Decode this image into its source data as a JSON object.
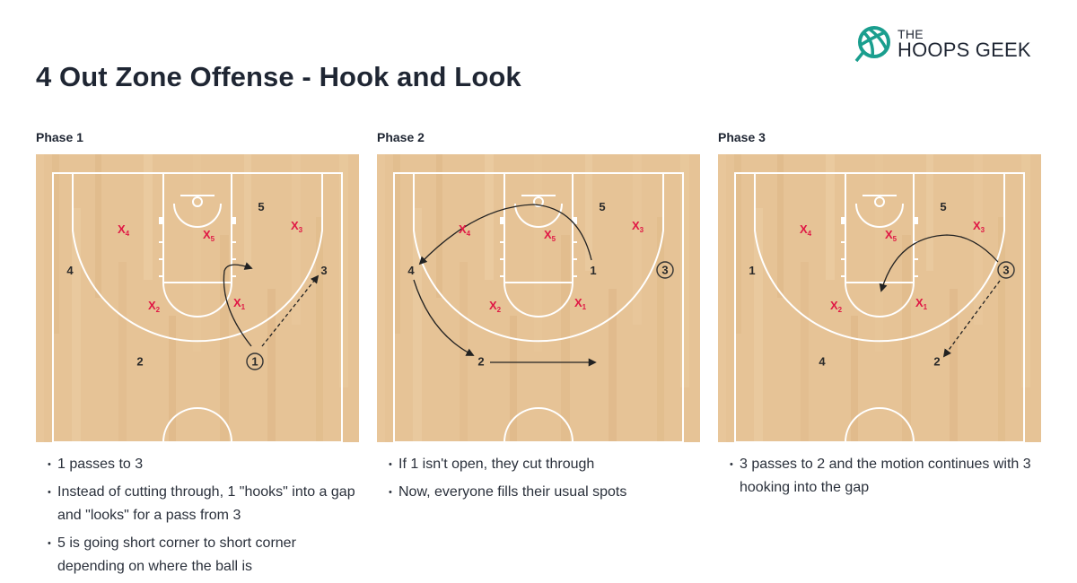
{
  "title": "4 Out Zone Offense - Hook and Look",
  "logo": {
    "the": "THE",
    "name": "HOOPS GEEK",
    "icon": "basketball-icon",
    "color": "#1a9e8e"
  },
  "colors": {
    "text": "#1f2633",
    "defense": "#e01845",
    "offense": "#2a2a2a",
    "court_lines": "#ffffff",
    "court_wood": "#e6c396"
  },
  "phases": [
    {
      "label": "Phase 1",
      "offense": [
        {
          "id": "1",
          "ball": true
        },
        {
          "id": "2",
          "ball": false
        },
        {
          "id": "3",
          "ball": false
        },
        {
          "id": "4",
          "ball": false
        },
        {
          "id": "5",
          "ball": false
        }
      ],
      "defense": [
        "1",
        "2",
        "3",
        "4",
        "5"
      ],
      "actions": [
        "1 passes to 3 (dashed pass)",
        "1 hooks into gap (curved cut)"
      ],
      "notes": [
        "1 passes to 3",
        "Instead of cutting through, 1 \"hooks\" into a gap and \"looks\" for a pass from 3",
        "5 is going short corner to short corner depending on where the ball is"
      ]
    },
    {
      "label": "Phase 2",
      "offense": [
        {
          "id": "1",
          "ball": false
        },
        {
          "id": "2",
          "ball": false
        },
        {
          "id": "3",
          "ball": true
        },
        {
          "id": "4",
          "ball": false
        },
        {
          "id": "5",
          "ball": false
        }
      ],
      "defense": [
        "1",
        "2",
        "3",
        "4",
        "5"
      ],
      "actions": [
        "1 cuts through to 4's spot",
        "4 moves to 2's spot",
        "2 moves across"
      ],
      "notes": [
        "If 1 isn't open, they cut through",
        "Now, everyone fills their usual spots"
      ]
    },
    {
      "label": "Phase 3",
      "offense": [
        {
          "id": "1",
          "ball": false
        },
        {
          "id": "2",
          "ball": false
        },
        {
          "id": "3",
          "ball": true
        },
        {
          "id": "4",
          "ball": false
        },
        {
          "id": "5",
          "ball": false
        }
      ],
      "defense": [
        "1",
        "2",
        "3",
        "4",
        "5"
      ],
      "actions": [
        "3 passes to 2 (dashed pass)",
        "3 hooks into the gap (curved cut)"
      ],
      "notes": [
        "3 passes to 2 and the motion continues with 3 hooking into the gap"
      ]
    }
  ]
}
